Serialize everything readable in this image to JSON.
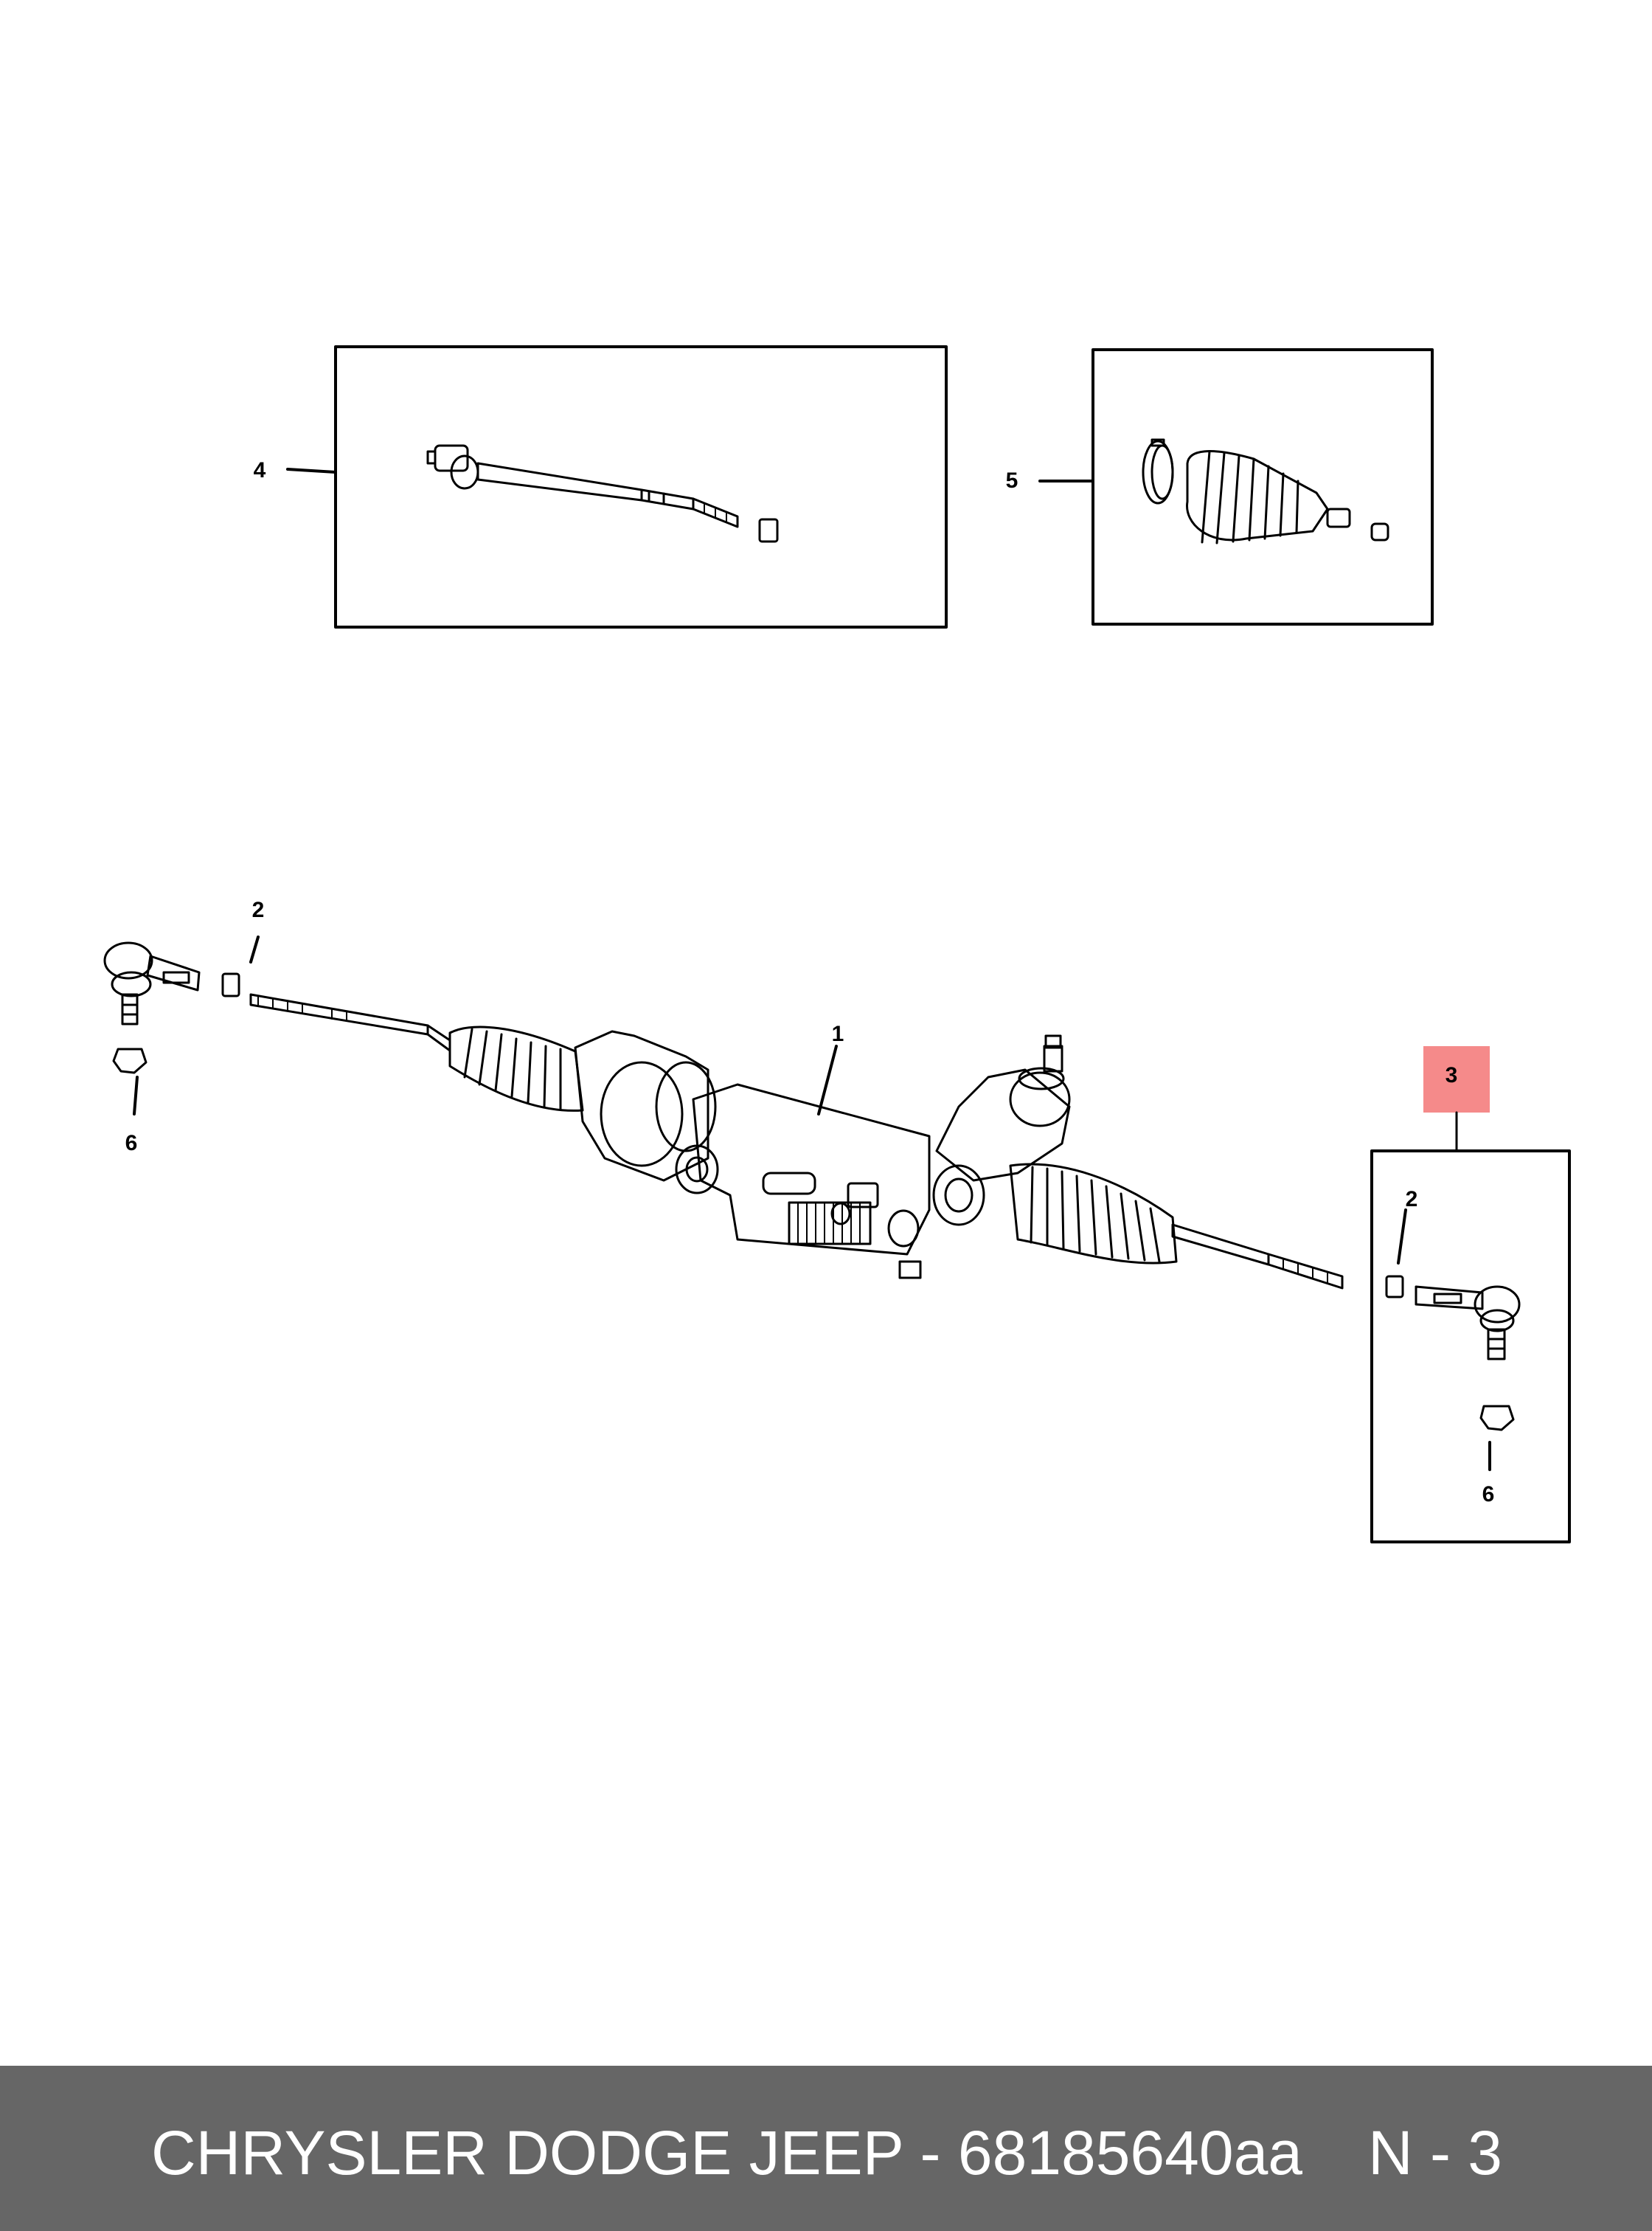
{
  "callouts": {
    "c1": "1",
    "c2_left": "2",
    "c2_right": "2",
    "c3": "3",
    "c4": "4",
    "c5": "5",
    "c6_left": "6",
    "c6_right": "6"
  },
  "footer": {
    "title": "CHRYSLER DODGE JEEP - 68185640aa",
    "code": "N - 3"
  },
  "colors": {
    "highlight": "#f58a8a",
    "footer_bg": "#666666",
    "footer_text": "#ffffff"
  }
}
